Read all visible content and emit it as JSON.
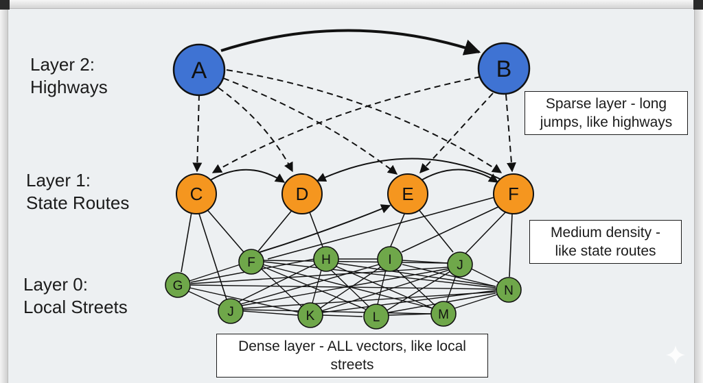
{
  "diagram": {
    "labels": {
      "layer2": {
        "line1": "Layer 2:",
        "line2": "Highways"
      },
      "layer1": {
        "line1": "Layer 1:",
        "line2": "State Routes"
      },
      "layer0": {
        "line1": "Layer 0:",
        "line2": "Local Streets"
      }
    },
    "callouts": {
      "sparse": {
        "line1": "Sparse layer - long",
        "line2": "jumps, like highways"
      },
      "medium": {
        "line1": "Medium density -",
        "line2": "like state routes"
      },
      "dense": {
        "line1": "Dense layer - ALL vectors, like local",
        "line2": "streets"
      }
    },
    "nodes": {
      "A": "A",
      "B": "B",
      "C": "C",
      "D": "D",
      "E": "E",
      "F1": "F",
      "G": "G",
      "F0": "F",
      "H": "H",
      "I": "I",
      "J1": "J",
      "N": "N",
      "J0": "J",
      "K": "K",
      "L": "L",
      "M": "M"
    },
    "colors": {
      "layer2_fill": "#3f73d3",
      "layer1_fill": "#f5961f",
      "layer0_fill": "#6fa74a",
      "edge": "#111111"
    }
  }
}
